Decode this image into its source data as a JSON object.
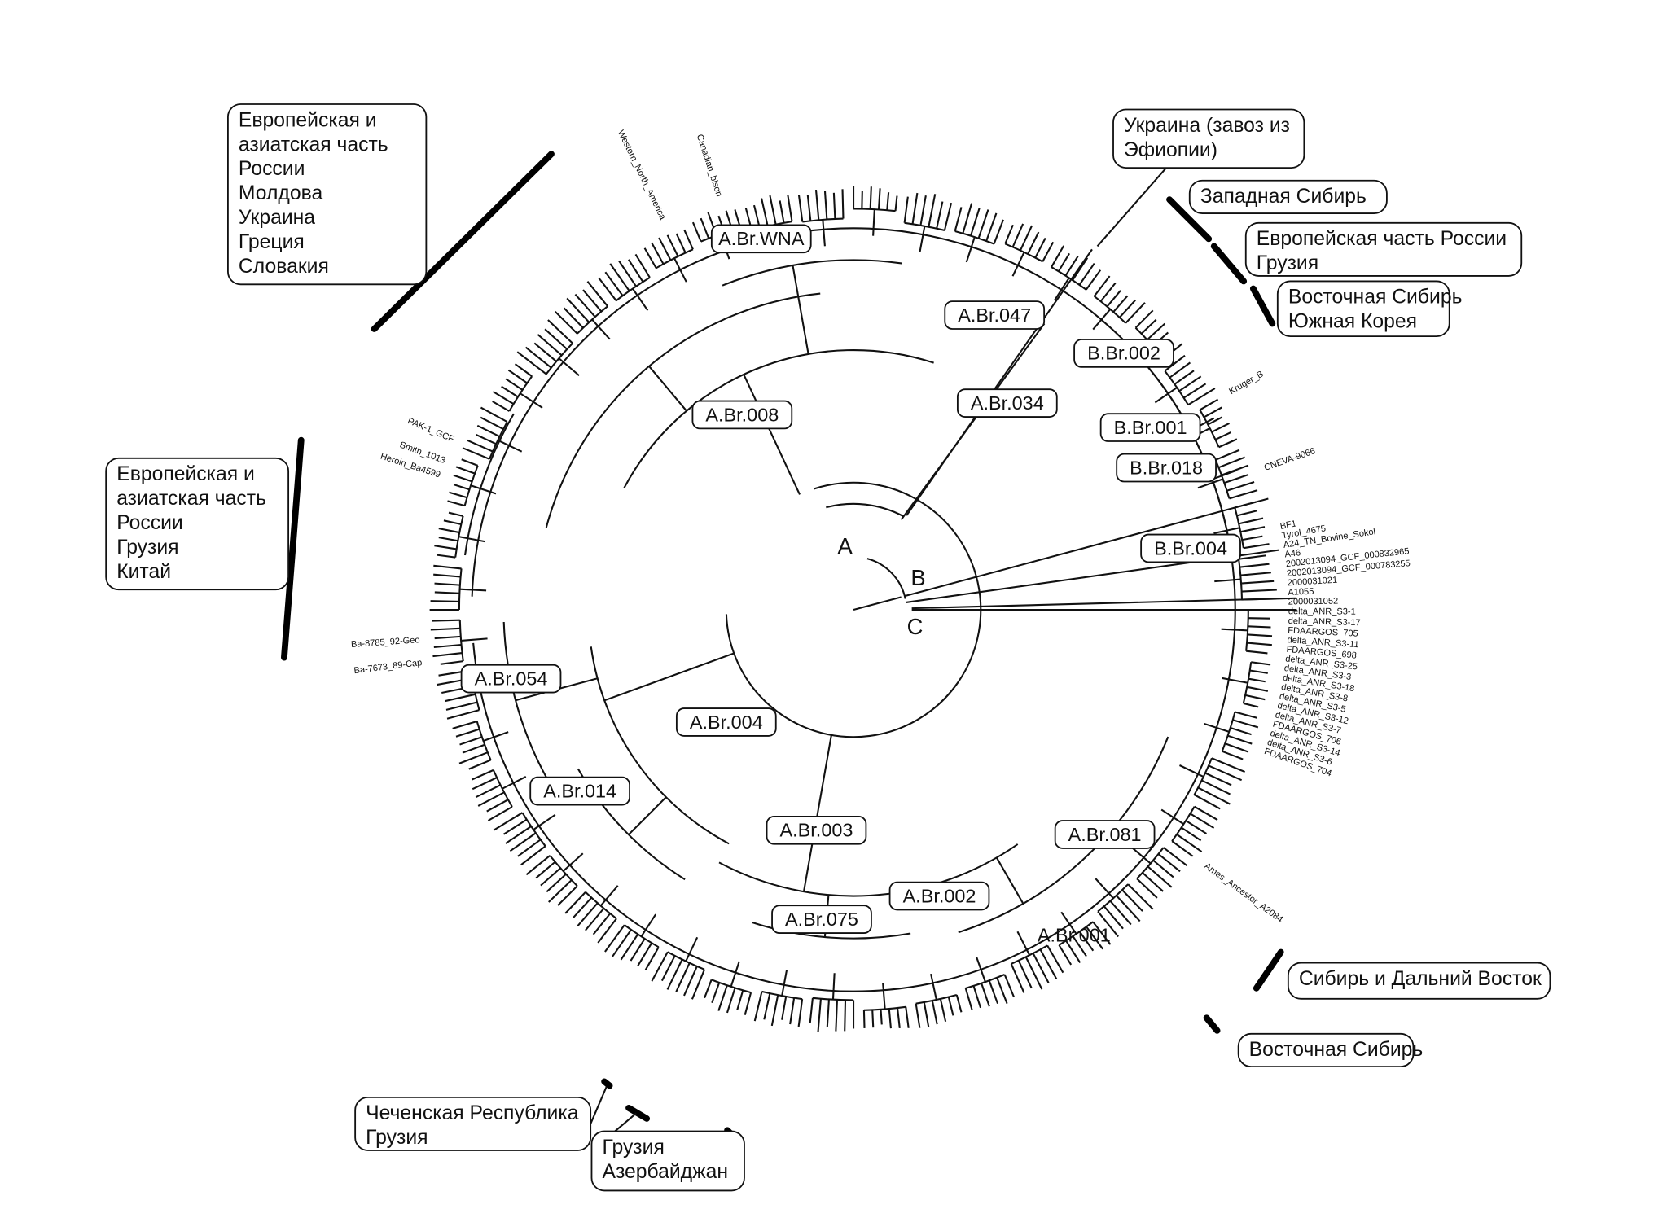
{
  "colors": {
    "lines": "#111111",
    "background": "#ffffff",
    "region_bars": "#000000"
  },
  "node_labels": [
    "A",
    "B",
    "C"
  ],
  "clade_labels": [
    {
      "text": "A.Br.WNA",
      "boxed": true
    },
    {
      "text": "A.Br.008",
      "boxed": true
    },
    {
      "text": "A.Br.047",
      "boxed": true
    },
    {
      "text": "A.Br.034",
      "boxed": true
    },
    {
      "text": "B.Br.002",
      "boxed": true
    },
    {
      "text": "B.Br.001",
      "boxed": true
    },
    {
      "text": "B.Br.018",
      "boxed": true
    },
    {
      "text": "B.Br.004",
      "boxed": true
    },
    {
      "text": "A.Br.054",
      "boxed": true
    },
    {
      "text": "A.Br.004",
      "boxed": true
    },
    {
      "text": "A.Br.014",
      "boxed": true
    },
    {
      "text": "A.Br.003",
      "boxed": true
    },
    {
      "text": "A.Br.081",
      "boxed": true
    },
    {
      "text": "A.Br.002",
      "boxed": true
    },
    {
      "text": "A.Br.075",
      "boxed": true
    },
    {
      "text": "A.Br.001",
      "boxed": false
    }
  ],
  "regions": [
    {
      "lines": [
        "Европейская и",
        "азиатская часть",
        "России",
        "Молдова",
        "Украина",
        "Греция",
        "Словакия"
      ]
    },
    {
      "lines": [
        "Европейская и",
        "азиатская часть",
        "России",
        "Грузия",
        "Китай"
      ]
    },
    {
      "lines": [
        "Украина (завоз из",
        "Эфиопии)"
      ]
    },
    {
      "lines": [
        "Западная Сибирь"
      ]
    },
    {
      "lines": [
        "Европейская часть России",
        "Грузия"
      ]
    },
    {
      "lines": [
        "Восточная Сибирь",
        "Южная Корея"
      ]
    },
    {
      "lines": [
        "Сибирь и Дальний Восток"
      ]
    },
    {
      "lines": [
        "Восточная Сибирь"
      ]
    },
    {
      "lines": [
        "Чеченская Республика",
        "Грузия"
      ]
    },
    {
      "lines": [
        "Грузия",
        "Азербайджан"
      ]
    }
  ],
  "leaf_labels": [
    "BF1",
    "Tyrol_4675",
    "A24_TN_Bovine_Sokol",
    "A46",
    "2002013094_GCF_000832965",
    "2002013094_GCF_000783255",
    "2000031021",
    "A1055",
    "2000031052",
    "delta_ANR_S3-1",
    "delta_ANR_S3-17",
    "FDAARGOS_705",
    "delta_ANR_S3-11",
    "FDAARGOS_698",
    "delta_ANR_S3-25",
    "delta_ANR_S3-3",
    "delta_ANR_S3-18",
    "delta_ANR_S3-8",
    "delta_ANR_S3-5",
    "delta_ANR_S3-12",
    "delta_ANR_S3-7",
    "FDAARGOS_706",
    "delta_ANR_S3-14",
    "delta_ANR_S3-6",
    "FDAARGOS_704",
    "Kruger_B",
    "CNEVA-9066",
    "Western_North_America",
    "Canadian_bison",
    "PAK-1_GCF",
    "Smith_1013",
    "Heroin_Ba4599",
    "Ba-8785_92-Geo",
    "Ba-7673_89-Cap",
    "Ames_Ancestor_A2084"
  ]
}
